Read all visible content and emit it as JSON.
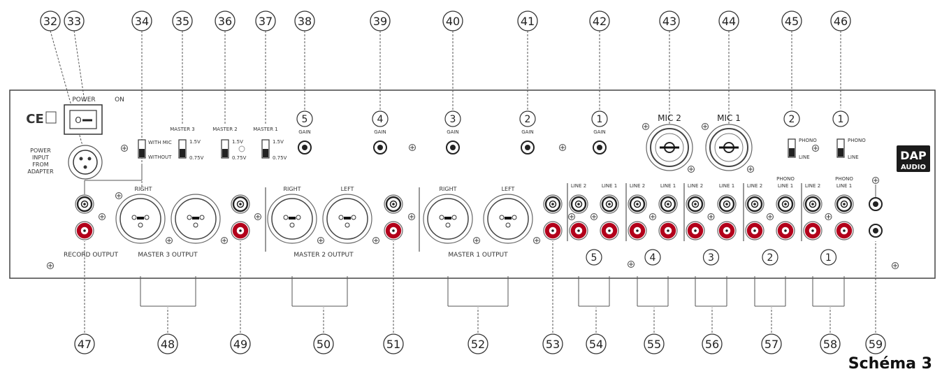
{
  "top_callouts": [
    "32",
    "33",
    "34",
    "35",
    "36",
    "37",
    "38",
    "39",
    "40",
    "41",
    "42",
    "43",
    "44",
    "45",
    "46"
  ],
  "bottom_callouts": [
    "47",
    "48",
    "49",
    "50",
    "51",
    "52",
    "53",
    "54",
    "55",
    "56",
    "57",
    "58",
    "59"
  ],
  "panel": {
    "power_label": "POWER",
    "on_label": "ON",
    "power_input_lines": [
      "POWER",
      "INPUT",
      "FROM",
      "ADAPTER"
    ],
    "ce_mark": "CE",
    "with_mic": "WITH MIC",
    "without": "WITHOUT",
    "master3": "MASTER 3",
    "master2": "MASTER 2",
    "master1": "MASTER 1",
    "v15": "1.5V",
    "v075": "0.75V",
    "gain": "GAIN",
    "gain_channels": [
      "5",
      "4",
      "3",
      "2",
      "1"
    ],
    "mic2": "MIC 2",
    "mic1": "MIC 1",
    "phono": "PHONO",
    "line": "LINE",
    "phono_channels": [
      "2",
      "1"
    ],
    "right": "RIGHT",
    "left": "LEFT",
    "line1": "LINE 1",
    "line2": "LINE 2",
    "phono_line1_top": "PHONO",
    "record_output": "RECORD OUTPUT",
    "master3_output": "MASTER 3 OUTPUT",
    "master2_output": "MASTER 2 OUTPUT",
    "master1_output": "MASTER 1 OUTPUT",
    "channel_numbers": [
      "5",
      "4",
      "3",
      "2",
      "1"
    ],
    "logo_top": "DAP",
    "logo_bottom": "AUDIO"
  },
  "caption": "Schéma 3"
}
